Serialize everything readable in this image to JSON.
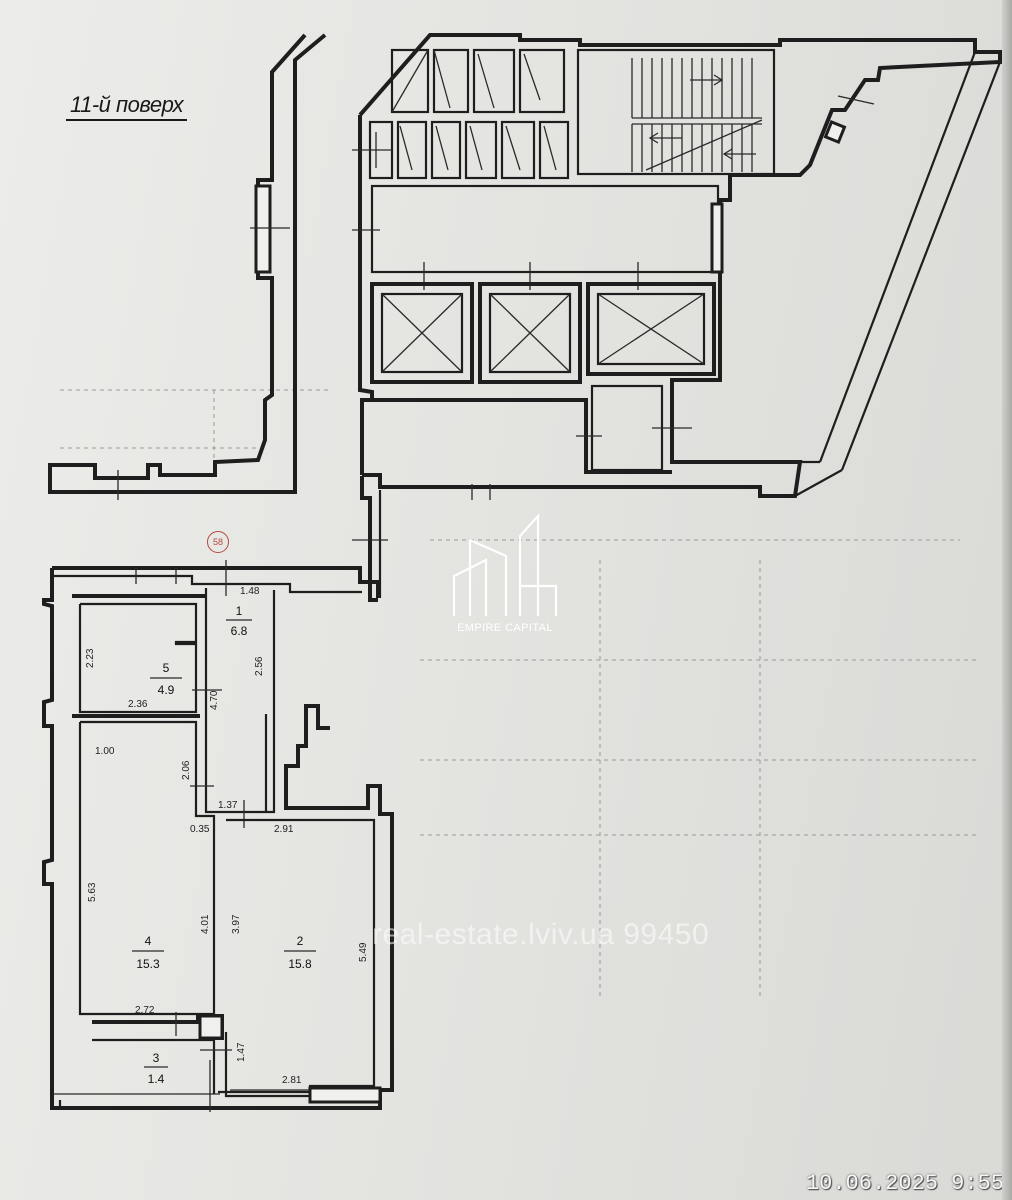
{
  "floor_label": "11-й поверх",
  "marker": "58",
  "logo": {
    "text": "EMPIRE CAPITAL",
    "color": "#ffffff"
  },
  "watermark": "real-estate.lviv.ua 99450",
  "timestamp": "10.06.2025 9:55",
  "rooms": [
    {
      "number": "1",
      "area": "6.8"
    },
    {
      "number": "2",
      "area": "15.8"
    },
    {
      "number": "3",
      "area": "1.4"
    },
    {
      "number": "4",
      "area": "15.3"
    },
    {
      "number": "5",
      "area": "4.9"
    }
  ],
  "dimensions": [
    "1.48",
    "2.56",
    "2.23",
    "4.70",
    "2.36",
    "1.00",
    "2.06",
    "1.37",
    "0.35",
    "2.91",
    "5.63",
    "4.01",
    "3.97",
    "5.49",
    "2.72",
    "1.47",
    "2.81"
  ],
  "colors": {
    "walls": "#1e1e1e",
    "paper": "#e4e4e2",
    "marker": "#b5473e"
  }
}
